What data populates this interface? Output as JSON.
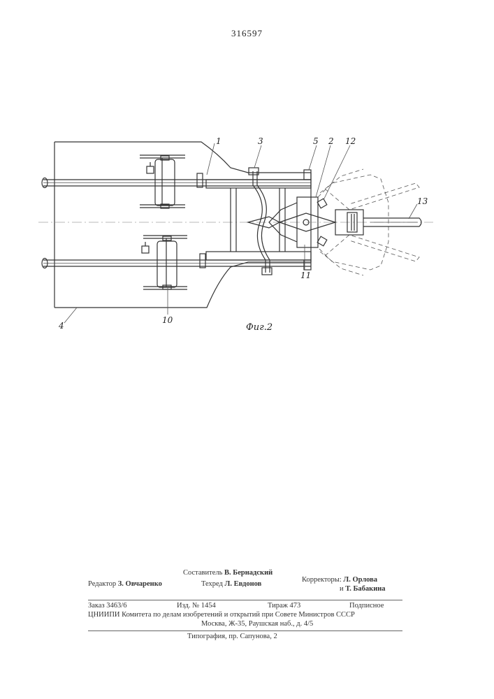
{
  "patent_number": "316597",
  "figure_label": "Фиг.2",
  "part_labels": {
    "p1": "1",
    "p2": "2",
    "p3": "3",
    "p4": "4",
    "p5": "5",
    "p10": "10",
    "p11": "11",
    "p12": "12",
    "p13": "13"
  },
  "colophon": {
    "compiler_label": "Составитель",
    "compiler_name": "В. Бернадский",
    "editor_label": "Редактор",
    "editor_name": "З. Овчаренко",
    "techred_label": "Техред",
    "techred_name": "Л. Евдонов",
    "correctors_label": "Корректоры:",
    "corrector_1": "Л. Орлова",
    "corrector_2_prefix": "и",
    "corrector_2": "Т. Бабакина",
    "order": "Заказ 3463/6",
    "edition": "Изд. № 1454",
    "print_run": "Тираж 473",
    "subscription": "Подписное",
    "org_line_1": "ЦНИИПИ Комитета по делам изобретений и открытий при Совете Министров СССР",
    "org_line_2": "Москва, Ж-35, Раушская наб., д. 4/5",
    "printing_house": "Типография, пр. Сапунова, 2"
  }
}
